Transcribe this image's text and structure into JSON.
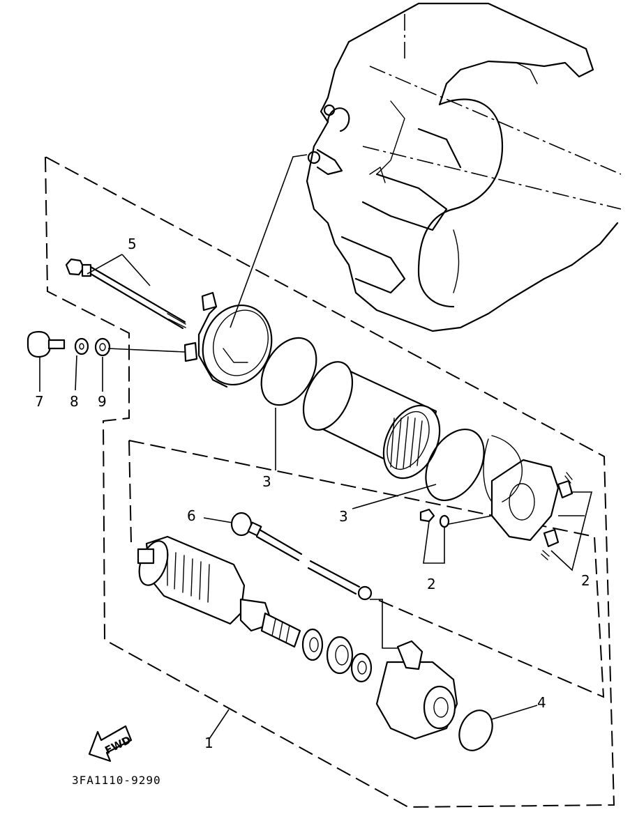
{
  "callouts": {
    "c1": "1",
    "c2a": "2",
    "c2b": "2",
    "c3a": "3",
    "c3b": "3",
    "c4": "4",
    "c5": "5",
    "c6": "6",
    "c7": "7",
    "c8": "8",
    "c9": "9"
  },
  "direction_label": "FWD",
  "diagram_code": "3FA1110-9290"
}
